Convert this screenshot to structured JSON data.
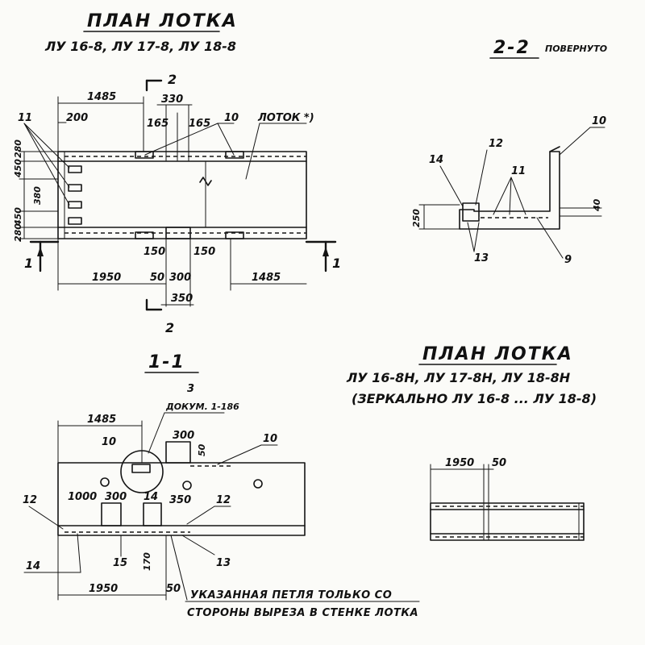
{
  "plan_top": {
    "title": "ПЛАН ЛОТКА",
    "subtitle": "ЛУ 16-8, ЛУ 17-8, ЛУ 18-8",
    "dims": {
      "d1485_top": "1485",
      "d200": "200",
      "d330": "330",
      "d165a": "165",
      "d165b": "165",
      "d280_top": "280",
      "d450_top": "450",
      "d380": "380",
      "d450_bot": "450",
      "d280_bot": "280",
      "d150a": "150",
      "d150b": "150",
      "d1950": "1950",
      "d50": "50",
      "d300": "300",
      "d1485_bot": "1485",
      "d350": "350"
    },
    "labels": {
      "item11": "11",
      "item10": "10",
      "trough": "ЛОТОК *)",
      "cut2_top": "2",
      "cut2_bot": "2",
      "cut1_left": "1",
      "cut1_right": "1"
    }
  },
  "section_22": {
    "title": "2-2",
    "suffix": "ПОВЕРНУТО",
    "labels": {
      "item10": "10",
      "item12": "12",
      "item14": "14",
      "item11": "11",
      "item13": "13",
      "item9": "9"
    },
    "dims": {
      "d250": "250",
      "d40": "40"
    }
  },
  "section_11": {
    "title": "1-1",
    "labels": {
      "item3": "3",
      "doc": "ДОКУМ. 1-186",
      "item10a": "10",
      "item10b": "10",
      "item12a": "12",
      "item12b": "12",
      "item14a": "14",
      "item14b": "14",
      "item15": "15",
      "item13": "13"
    },
    "dims": {
      "d1485": "1485",
      "d300_top": "300",
      "d50_top": "50",
      "d1000": "1000",
      "d300_mid": "300",
      "d350": "350",
      "d170": "170",
      "d1950": "1950",
      "d50_bot": "50"
    },
    "note_line1": "УКАЗАННАЯ ПЕТЛЯ ТОЛЬКО СО",
    "note_line2": "СТОРОНЫ ВЫРЕЗА В СТЕНКЕ ЛОТКА"
  },
  "plan_mirror": {
    "title": "ПЛАН ЛОТКА",
    "subtitle": "ЛУ 16-8Н, ЛУ 17-8Н, ЛУ 18-8Н",
    "subtitle2": "(ЗЕРКАЛЬНО ЛУ 16-8 ... ЛУ 18-8)",
    "dims": {
      "d1950": "1950",
      "d50": "50"
    }
  }
}
